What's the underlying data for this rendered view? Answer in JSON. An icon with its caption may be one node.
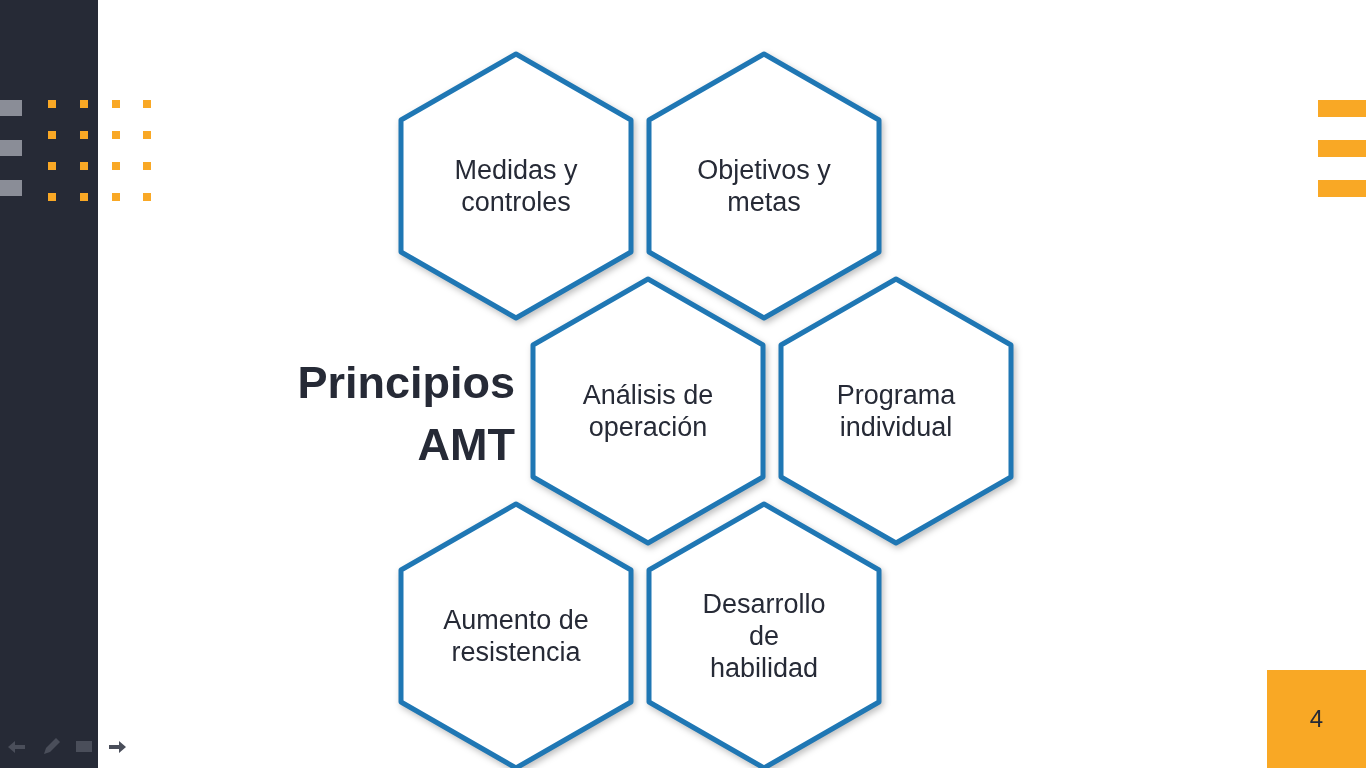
{
  "diagram": {
    "title": "Principios AMT",
    "nodes": [
      {
        "text": [
          "Medidas y controles"
        ]
      },
      {
        "text": [
          "Objetivos y metas"
        ]
      },
      {
        "text": [
          "Análisis de operación"
        ]
      },
      {
        "text": [
          "Programa individual"
        ]
      },
      {
        "text": [
          "Aumento de resistencia"
        ]
      },
      {
        "text": [
          "Desarrollo de habilidad"
        ]
      }
    ],
    "labels": [
      "4"
    ]
  }
}
